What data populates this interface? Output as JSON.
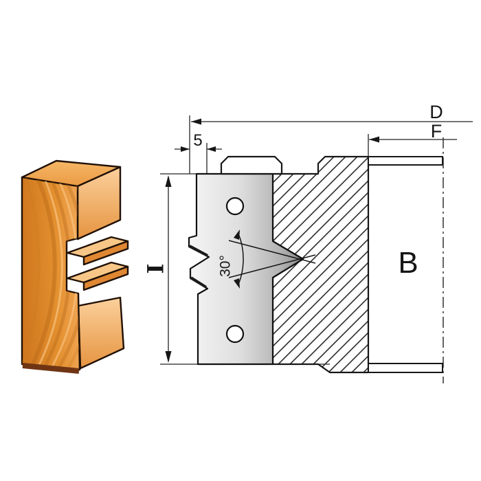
{
  "figure": {
    "type": "technical-diagram",
    "subject": "glue-joint cutter head cross-section with profiled wood workpiece",
    "dimension_labels": {
      "cutting_diameter": "D",
      "flange_width": "F",
      "profile_depth": "5",
      "tooth_angle": "30°",
      "cutting_height": "I",
      "bore": "B"
    },
    "colors": {
      "background": "#ffffff",
      "line": "#161616",
      "wood_front_dark": "#d0781f",
      "wood_front_light": "#f2a859",
      "wood_side_light": "#fbd09c",
      "wood_side_dark": "#e69440",
      "wood_fin_top": "#f8c787",
      "wood_fin_front": "#df8733",
      "wood_bottom_edge": "#6f3413",
      "steel_light": "#f5f5f5",
      "steel_dark": "#8a8a8a"
    }
  }
}
